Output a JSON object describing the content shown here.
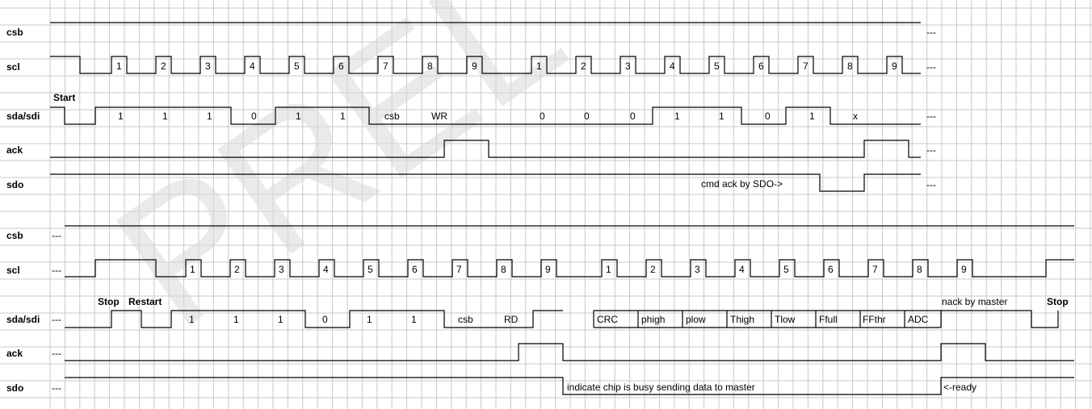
{
  "watermark": "PREL",
  "top": {
    "signals": [
      "csb",
      "scl",
      "sda/sdi",
      "ack",
      "sdo"
    ],
    "csb_end": "---",
    "scl_end": "---",
    "sda_end": "---",
    "ack_end": "---",
    "sdo_end": "---",
    "scl_clock_numbers": [
      "1",
      "2",
      "3",
      "4",
      "5",
      "6",
      "7",
      "8",
      "9",
      "1",
      "2",
      "3",
      "4",
      "5",
      "6",
      "7",
      "8",
      "9"
    ],
    "start_label": "Start",
    "sda_bits": [
      "1",
      "1",
      "1",
      "0",
      "1",
      "1",
      "csb",
      "WR",
      "0",
      "0",
      "0",
      "1",
      "1",
      "0",
      "1",
      "x"
    ],
    "sdo_note": "cmd ack by SDO->"
  },
  "bottom": {
    "signals": [
      "csb",
      "scl",
      "sda/sdi",
      "ack",
      "sdo"
    ],
    "csb_start": "---",
    "scl_start": "---",
    "sda_start": "---",
    "ack_start": "---",
    "sdo_start": "---",
    "scl_clock_numbers": [
      "1",
      "2",
      "3",
      "4",
      "5",
      "6",
      "7",
      "8",
      "9",
      "1",
      "2",
      "3",
      "4",
      "5",
      "6",
      "7",
      "8",
      "9"
    ],
    "stop_label": "Stop",
    "restart_label": "Restart",
    "sda_bits": [
      "1",
      "1",
      "1",
      "0",
      "1",
      "1",
      "csb",
      "RD",
      "CRC",
      "phigh",
      "plow",
      "Thigh",
      "Tlow",
      "Ffull",
      "FFthr",
      "ADC"
    ],
    "nack_note": "nack by master",
    "end_stop_label": "Stop",
    "sdo_note": "indicate chip is busy sending data to master",
    "ready_note": "<-ready"
  }
}
